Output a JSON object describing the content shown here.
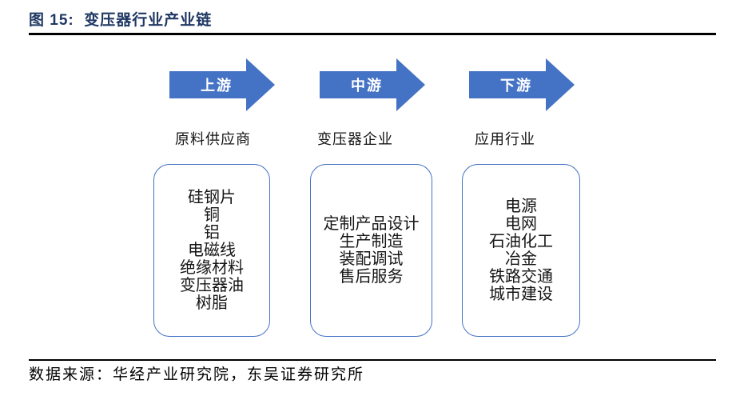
{
  "figure": {
    "title": "图 15:  变压器行业产业链"
  },
  "columns": [
    {
      "stage": "上游",
      "label": "原料供应商",
      "items": [
        "硅钢片",
        "铜",
        "铝",
        "电磁线",
        "绝缘材料",
        "变压器油",
        "树脂"
      ]
    },
    {
      "stage": "中游",
      "label": "变压器企业",
      "items": [
        "定制产品设计",
        "生产制造",
        "装配调试",
        "售后服务"
      ]
    },
    {
      "stage": "下游",
      "label": "应用行业",
      "items": [
        "电源",
        "电网",
        "石油化工",
        "冶金",
        "铁路交通",
        "城市建设"
      ]
    }
  ],
  "footer": {
    "source": "数据来源：华经产业研究院，东吴证券研究所"
  },
  "colors": {
    "accent_blue": "#4472C4",
    "title_navy": "#1F3864",
    "rule_black": "#000000",
    "arrow_text_white": "#FFFFFF"
  }
}
